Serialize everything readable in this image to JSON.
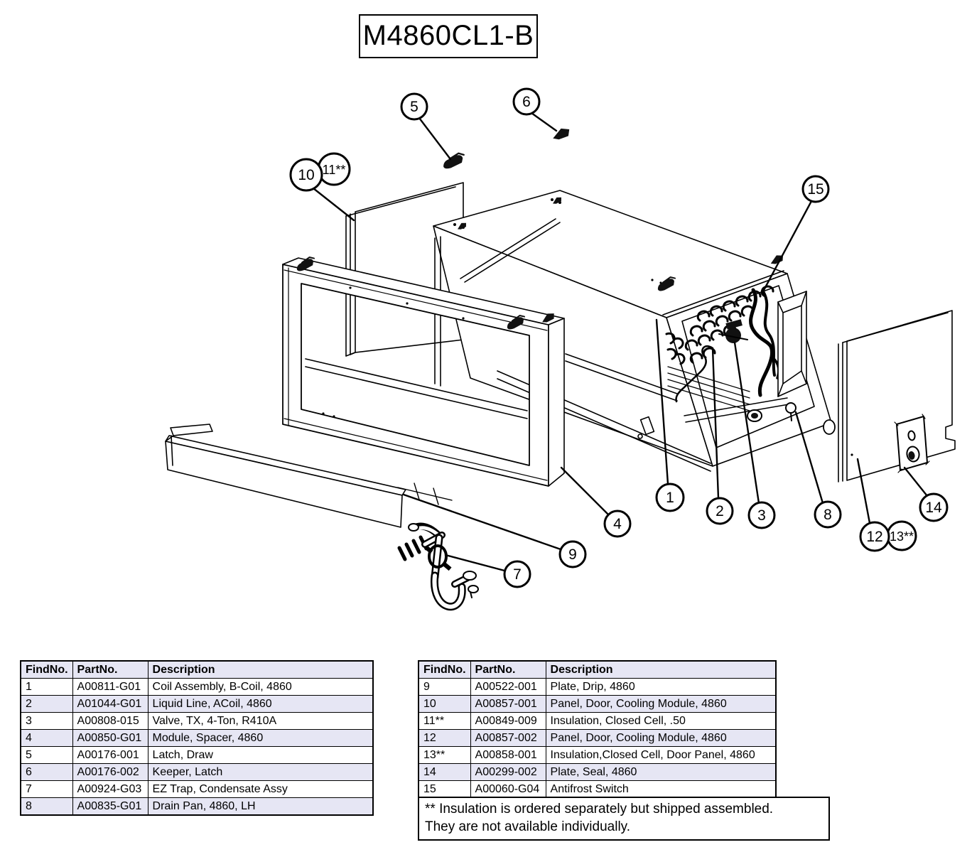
{
  "title": "M4860CL1-B",
  "diagram": {
    "callouts": [
      {
        "label": "5"
      },
      {
        "label": "6"
      },
      {
        "label": "10"
      },
      {
        "label": "11**"
      },
      {
        "label": "15"
      },
      {
        "label": "1"
      },
      {
        "label": "2"
      },
      {
        "label": "3"
      },
      {
        "label": "8"
      },
      {
        "label": "4"
      },
      {
        "label": "9"
      },
      {
        "label": "7"
      },
      {
        "label": "12"
      },
      {
        "label": "13**"
      },
      {
        "label": "14"
      }
    ]
  },
  "tables": {
    "left": {
      "headers": [
        "FindNo.",
        "PartNo.",
        "Description"
      ],
      "rows": [
        [
          "1",
          "A00811-G01",
          "Coil Assembly, B-Coil, 4860"
        ],
        [
          "2",
          "A01044-G01",
          "Liquid Line, ACoil, 4860"
        ],
        [
          "3",
          "A00808-015",
          "Valve, TX, 4-Ton, R410A"
        ],
        [
          "4",
          "A00850-G01",
          "Module, Spacer, 4860"
        ],
        [
          "5",
          "A00176-001",
          "Latch, Draw"
        ],
        [
          "6",
          "A00176-002",
          "Keeper, Latch"
        ],
        [
          "7",
          "A00924-G03",
          "EZ Trap, Condensate Assy"
        ],
        [
          "8",
          "A00835-G01",
          "Drain Pan, 4860, LH"
        ]
      ]
    },
    "right": {
      "headers": [
        "FindNo.",
        "PartNo.",
        "Description"
      ],
      "rows": [
        [
          "9",
          "A00522-001",
          "Plate, Drip, 4860"
        ],
        [
          "10",
          "A00857-001",
          "Panel, Door, Cooling Module, 4860"
        ],
        [
          "11**",
          "A00849-009",
          "Insulation, Closed Cell, .50"
        ],
        [
          "12",
          "A00857-002",
          "Panel, Door, Cooling Module, 4860"
        ],
        [
          "13**",
          "A00858-001",
          "Insulation,Closed Cell, Door Panel, 4860"
        ],
        [
          "14",
          "A00299-002",
          "Plate, Seal, 4860"
        ],
        [
          "15",
          "A00060-G04",
          "Antifrost Switch"
        ]
      ]
    }
  },
  "footnote": {
    "line1": "** Insulation is ordered separately but shipped assembled.",
    "line2": "They are not available individually."
  },
  "colors": {
    "line": "#000000",
    "row_alt": "#e6e6f4",
    "background": "#ffffff"
  }
}
